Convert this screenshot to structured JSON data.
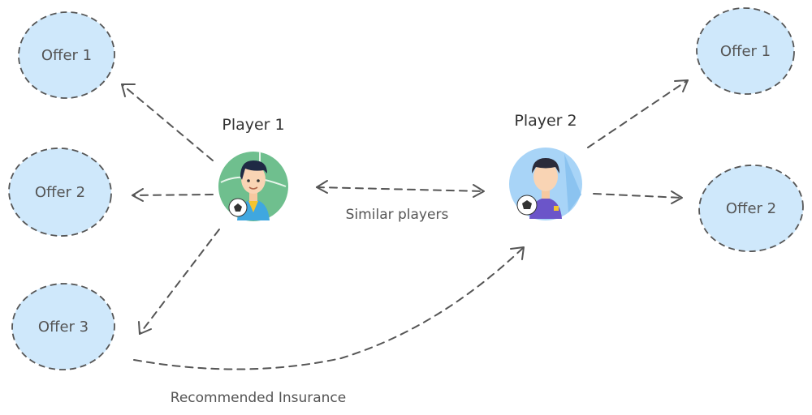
{
  "colors": {
    "node_fill": "#cfe8fb",
    "line": "#555555",
    "player1_bg": "#6fbf8e",
    "player2_bg": "#a8d4f7"
  },
  "left_offers": [
    "Offer 1",
    "Offer 2",
    "Offer 3"
  ],
  "right_offers": [
    "Offer 1",
    "Offer 2"
  ],
  "player1": {
    "label": "Player 1",
    "icon": "soccer-player-icon"
  },
  "player2": {
    "label": "Player 2",
    "icon": "soccer-player-icon"
  },
  "edge_labels": {
    "similar": "Similar players",
    "recommended": "Recommended Insurance"
  }
}
